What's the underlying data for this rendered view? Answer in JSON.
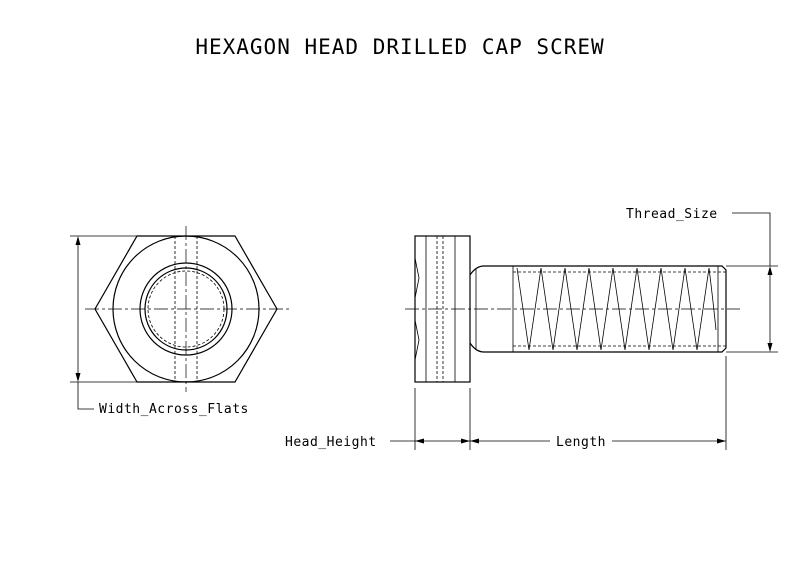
{
  "title": "HEXAGON HEAD DRILLED CAP SCREW",
  "dimensions": {
    "thread_size": "Thread_Size",
    "width_across_flats": "Width_Across_Flats",
    "head_height": "Head_Height",
    "length": "Length"
  },
  "colors": {
    "background": "#ffffff",
    "ink": "#000000"
  }
}
